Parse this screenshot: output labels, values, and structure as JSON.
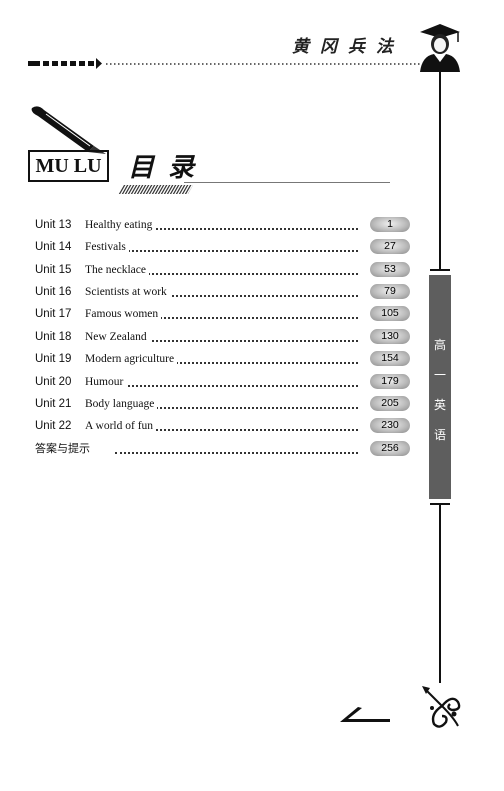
{
  "header": {
    "title": "黄冈兵法"
  },
  "heading": {
    "box_text": "MU LU",
    "title_cn": "目录"
  },
  "side_tab": {
    "text": "高一英语",
    "chars": [
      "高",
      "一",
      "英",
      "语"
    ]
  },
  "toc": [
    {
      "unit": "Unit 13",
      "title": "Healthy eating",
      "page": "1"
    },
    {
      "unit": "Unit 14",
      "title": "Festivals",
      "page": "27"
    },
    {
      "unit": "Unit 15",
      "title": "The necklace",
      "page": "53"
    },
    {
      "unit": "Unit 16",
      "title": "Scientists at work",
      "page": "79"
    },
    {
      "unit": "Unit 17",
      "title": "Famous women",
      "page": "105"
    },
    {
      "unit": "Unit 18",
      "title": "New Zealand",
      "page": "130"
    },
    {
      "unit": "Unit 19",
      "title": "Modern agriculture",
      "page": "154"
    },
    {
      "unit": "Unit 20",
      "title": "Humour",
      "page": "179"
    },
    {
      "unit": "Unit 21",
      "title": "Body language",
      "page": "205"
    },
    {
      "unit": "Unit 22",
      "title": "A world of fun",
      "page": "230"
    },
    {
      "unit": "",
      "title": "答案与提示",
      "page": "256"
    }
  ],
  "colors": {
    "ink": "#111111",
    "tab_bg": "#5e5e5e",
    "pill": "#bdbdbd"
  },
  "icons": [
    "graduate-icon",
    "fountain-pen-icon",
    "corner-arrow-icon",
    "flourish-ornament-icon"
  ]
}
